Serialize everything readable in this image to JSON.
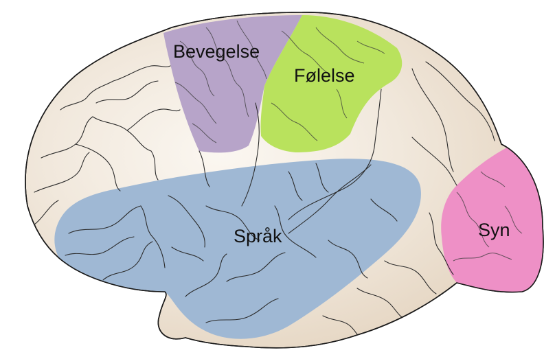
{
  "diagram": {
    "colors": {
      "brain_fill": "#ece0d1",
      "brain_highlight": "#fbf7f1",
      "outline": "#1a1a1a",
      "bevegelse": "#b7a4c9",
      "folelse": "#b9e25d",
      "sprak": "#9fb8d4",
      "syn": "#ee90c6"
    },
    "regions": [
      {
        "id": "bevegelse",
        "label": "Bevegelse"
      },
      {
        "id": "folelse",
        "label": "Følelse"
      },
      {
        "id": "sprak",
        "label": "Språk"
      },
      {
        "id": "syn",
        "label": "Syn"
      }
    ]
  }
}
